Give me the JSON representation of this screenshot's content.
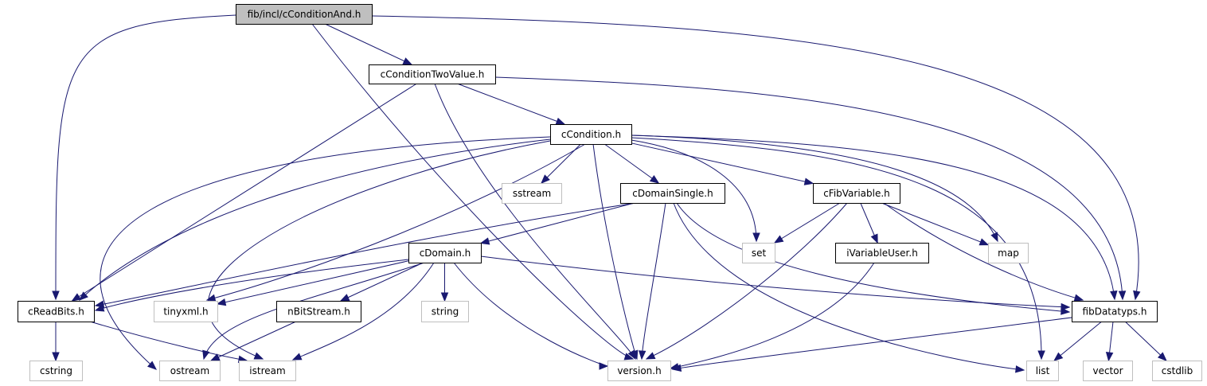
{
  "title": "fib/incl/cConditionAnd.h",
  "colors": {
    "edge": "#191970",
    "root_fill": "#bfbfbf",
    "external_border": "#bfbfbf"
  },
  "nodes": [
    {
      "id": "root",
      "label": "fib/incl/cConditionAnd.h",
      "kind": "root"
    },
    {
      "id": "cConditionTwoValue",
      "label": "cConditionTwoValue.h",
      "kind": "documented"
    },
    {
      "id": "cCondition",
      "label": "cCondition.h",
      "kind": "documented"
    },
    {
      "id": "sstream",
      "label": "sstream",
      "kind": "external"
    },
    {
      "id": "cDomainSingle",
      "label": "cDomainSingle.h",
      "kind": "documented"
    },
    {
      "id": "cFibVariable",
      "label": "cFibVariable.h",
      "kind": "documented"
    },
    {
      "id": "set",
      "label": "set",
      "kind": "external"
    },
    {
      "id": "iVariableUser",
      "label": "iVariableUser.h",
      "kind": "documented"
    },
    {
      "id": "map",
      "label": "map",
      "kind": "external"
    },
    {
      "id": "cDomain",
      "label": "cDomain.h",
      "kind": "documented"
    },
    {
      "id": "cReadBits",
      "label": "cReadBits.h",
      "kind": "documented"
    },
    {
      "id": "tinyxml",
      "label": "tinyxml.h",
      "kind": "external"
    },
    {
      "id": "nBitStream",
      "label": "nBitStream.h",
      "kind": "documented"
    },
    {
      "id": "string",
      "label": "string",
      "kind": "external"
    },
    {
      "id": "fibDatatyps",
      "label": "fibDatatyps.h",
      "kind": "documented"
    },
    {
      "id": "cstring",
      "label": "cstring",
      "kind": "external"
    },
    {
      "id": "ostream",
      "label": "ostream",
      "kind": "external"
    },
    {
      "id": "istream",
      "label": "istream",
      "kind": "external"
    },
    {
      "id": "version",
      "label": "version.h",
      "kind": "external"
    },
    {
      "id": "list",
      "label": "list",
      "kind": "external"
    },
    {
      "id": "vector",
      "label": "vector",
      "kind": "external"
    },
    {
      "id": "cstdlib",
      "label": "cstdlib",
      "kind": "external"
    }
  ],
  "edges": [
    {
      "from": "root",
      "to": "cConditionTwoValue"
    },
    {
      "from": "root",
      "to": "cReadBits"
    },
    {
      "from": "root",
      "to": "version"
    },
    {
      "from": "root",
      "to": "fibDatatyps"
    },
    {
      "from": "cConditionTwoValue",
      "to": "cCondition"
    },
    {
      "from": "cConditionTwoValue",
      "to": "cReadBits"
    },
    {
      "from": "cConditionTwoValue",
      "to": "version"
    },
    {
      "from": "cConditionTwoValue",
      "to": "fibDatatyps"
    },
    {
      "from": "cCondition",
      "to": "sstream"
    },
    {
      "from": "cCondition",
      "to": "cDomainSingle"
    },
    {
      "from": "cCondition",
      "to": "cFibVariable"
    },
    {
      "from": "cCondition",
      "to": "set"
    },
    {
      "from": "cCondition",
      "to": "map"
    },
    {
      "from": "cCondition",
      "to": "list"
    },
    {
      "from": "cCondition",
      "to": "fibDatatyps"
    },
    {
      "from": "cCondition",
      "to": "cReadBits"
    },
    {
      "from": "cCondition",
      "to": "tinyxml"
    },
    {
      "from": "cCondition",
      "to": "ostream"
    },
    {
      "from": "cCondition",
      "to": "istream"
    },
    {
      "from": "cCondition",
      "to": "version"
    },
    {
      "from": "cDomainSingle",
      "to": "cDomain"
    },
    {
      "from": "cDomainSingle",
      "to": "cReadBits"
    },
    {
      "from": "cDomainSingle",
      "to": "version"
    },
    {
      "from": "cDomainSingle",
      "to": "fibDatatyps"
    },
    {
      "from": "cDomainSingle",
      "to": "list"
    },
    {
      "from": "cFibVariable",
      "to": "set"
    },
    {
      "from": "cFibVariable",
      "to": "iVariableUser"
    },
    {
      "from": "cFibVariable",
      "to": "map"
    },
    {
      "from": "cFibVariable",
      "to": "fibDatatyps"
    },
    {
      "from": "cFibVariable",
      "to": "version"
    },
    {
      "from": "iVariableUser",
      "to": "version"
    },
    {
      "from": "cDomain",
      "to": "cReadBits"
    },
    {
      "from": "cDomain",
      "to": "tinyxml"
    },
    {
      "from": "cDomain",
      "to": "nBitStream"
    },
    {
      "from": "cDomain",
      "to": "string"
    },
    {
      "from": "cDomain",
      "to": "ostream"
    },
    {
      "from": "cDomain",
      "to": "istream"
    },
    {
      "from": "cDomain",
      "to": "version"
    },
    {
      "from": "cDomain",
      "to": "fibDatatyps"
    },
    {
      "from": "cReadBits",
      "to": "cstring"
    },
    {
      "from": "cReadBits",
      "to": "istream"
    },
    {
      "from": "nBitStream",
      "to": "ostream"
    },
    {
      "from": "fibDatatyps",
      "to": "list"
    },
    {
      "from": "fibDatatyps",
      "to": "vector"
    },
    {
      "from": "fibDatatyps",
      "to": "cstdlib"
    },
    {
      "from": "fibDatatyps",
      "to": "version"
    }
  ]
}
